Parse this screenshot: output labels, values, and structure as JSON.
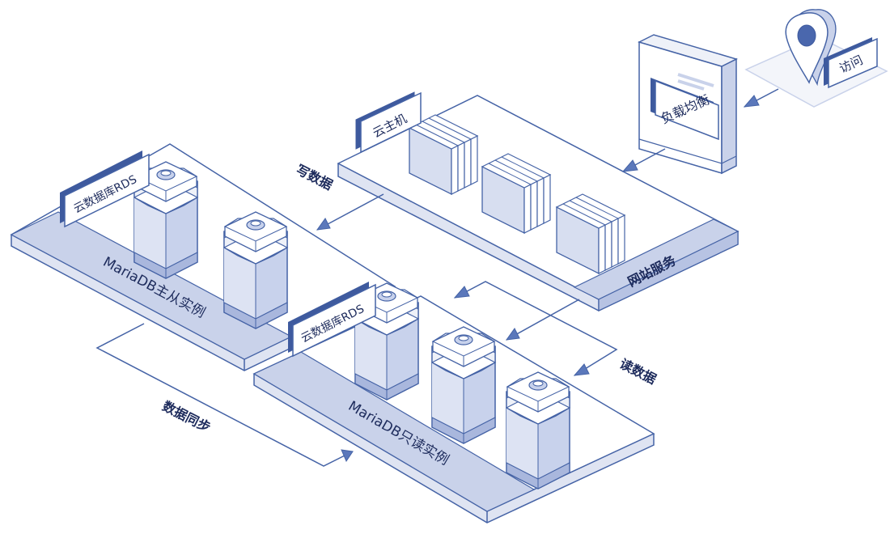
{
  "colors": {
    "stroke": "#4563a6",
    "platform_top": "#ffffff",
    "platform_band": "#c9d2ea",
    "platform_side": "#dfe4f2",
    "cyl_body": "#c8d2ec",
    "cyl_light": "#eef1f8",
    "server_face": "#dbe2f2",
    "label_text": "#1d2b5c"
  },
  "visitor": {
    "icon": "location-pin-icon",
    "label": "访问"
  },
  "load_balancer": {
    "label": "负载均衡"
  },
  "web_platform": {
    "tag": "云主机",
    "band_label": "网站服务"
  },
  "master_platform": {
    "tag": "云数据库RDS",
    "band_label": "MariaDB主从实例"
  },
  "readonly_platform": {
    "tag": "云数据库RDS",
    "band_label": "MariaDB只读实例"
  },
  "flows": {
    "write": "写数据",
    "read": "读数据",
    "sync": "数据同步"
  }
}
